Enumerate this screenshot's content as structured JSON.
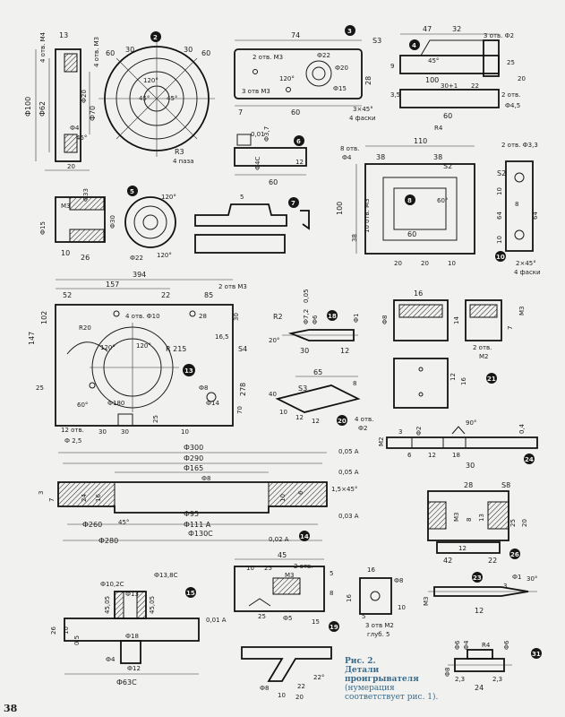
{
  "page": {
    "number": "38",
    "caption_title": "Рис. 2.",
    "caption_line2": "Детали",
    "caption_line3": "проигрывателя",
    "caption_line4": "(нумерация",
    "caption_line5": "соответствует рис. 1)."
  },
  "parts": {
    "p2": {
      "badge": "2",
      "dims": [
        "60",
        "30",
        "60",
        "30",
        "120°",
        "45°",
        "45°",
        "R3",
        "4 паза"
      ]
    },
    "p3": {
      "badge": "3",
      "dims": [
        "74",
        "2 отв. М3",
        "Ф22",
        "Ф20",
        "3 отв М3",
        "120°",
        "Ф15",
        "28",
        "60",
        "7",
        "3×45°",
        "4 фаски",
        "S3"
      ]
    },
    "p4": {
      "badge": "4",
      "dims": [
        "47",
        "32",
        "3 отв. Ф2",
        "45°",
        "100",
        "30+1",
        "22",
        "60",
        "R4",
        "2 отв.",
        "Ф4,5",
        "3,5",
        "25",
        "20",
        "9"
      ]
    },
    "p1": {
      "dims": [
        "13",
        "4 отв. М4",
        "4 отв. М3",
        "Ф100",
        "Ф62",
        "Ф70",
        "Ф20",
        "45°",
        "20",
        "Ф4"
      ]
    },
    "p5": {
      "badge": "5",
      "dims": [
        "Ф33",
        "120°",
        "Ф15",
        "Ф30",
        "26",
        "10",
        "Ф22",
        "120°",
        "М3"
      ]
    },
    "p6": {
      "badge": "6",
      "dims": [
        "0,01",
        "Ф3,7",
        "Ф4С",
        "12",
        "60"
      ]
    },
    "p7": {
      "badge": "7",
      "dims": [
        "5"
      ]
    },
    "p8": {
      "badge": "8",
      "dims": [
        "110",
        "8 отв.",
        "Ф4",
        "38",
        "38",
        "S2",
        "100",
        "38",
        "10 отв. М3",
        "60",
        "20",
        "20",
        "10",
        "60°"
      ]
    },
    "p10": {
      "badge": "10",
      "dims": [
        "2 отв. Ф3,3",
        "S2",
        "10",
        "64",
        "64",
        "10",
        "2×45°",
        "4 фаски",
        "8"
      ]
    },
    "p13": {
      "badge": "13",
      "dims": [
        "394",
        "157",
        "52",
        "22",
        "85",
        "2 отв М3",
        "147",
        "102",
        "R20",
        "4 отв. Ф10",
        "28",
        "16,5",
        "30",
        "R 215",
        "120°",
        "120°",
        "S4",
        "278",
        "Ф180",
        "60°",
        "25",
        "Ф8",
        "Ф14",
        "70",
        "25",
        "30",
        "12 отв.",
        "Ф 2,5",
        "30",
        "10"
      ]
    },
    "p18": {
      "badge": "18",
      "dims": [
        "R2",
        "Ф7,2",
        "Ф6",
        "20°",
        "30",
        "12",
        "Ф1",
        "0,05"
      ]
    },
    "p20": {
      "badge": "20",
      "dims": [
        "65",
        "S3",
        "10",
        "12",
        "12",
        "40",
        "8",
        "4 отв.",
        "Ф2"
      ]
    },
    "p21": {
      "badge": "21",
      "dims": [
        "16",
        "М3",
        "Ф8",
        "14",
        "7",
        "2 отв.",
        "М2",
        "12",
        "16"
      ]
    },
    "p24": {
      "badge": "24",
      "dims": [
        "Ф2",
        "90°",
        "3",
        "6",
        "12",
        "18",
        "30",
        "0,4",
        "М2"
      ]
    },
    "p14": {
      "badge": "14",
      "dims": [
        "Ф300",
        "Ф290",
        "Ф165",
        "Ф8",
        "0,05 А",
        "0,05 А",
        "1,5×45°",
        "Ф95",
        "Ф111 А",
        "Ф130С",
        "Ф260",
        "Ф280",
        "45°",
        "0,03 А",
        "0,02 А",
        "24",
        "16",
        "10",
        "6",
        "7",
        "3"
      ]
    },
    "p26": {
      "badge": "26",
      "dims": [
        "28",
        "S8",
        "М3",
        "8",
        "13",
        "25",
        "20",
        "12",
        "42",
        "22"
      ]
    },
    "p15": {
      "badge": "15",
      "dims": [
        "Ф13,8С",
        "Ф10,2С",
        "Ф13",
        "45,05",
        "45,05",
        "Ф18",
        "0,01 А",
        "26",
        "10",
        "Ф4",
        "Ф12",
        "Ф63С",
        "0,5"
      ]
    },
    "p19": {
      "badge": "19",
      "dims": [
        "45",
        "10",
        "25",
        "2 отв.",
        "М3",
        "5",
        "Ф5",
        "15",
        "25",
        "8"
      ]
    },
    "p22": {
      "dims": [
        "Ф8",
        "10",
        "22",
        "20",
        "22°"
      ]
    },
    "p27": {
      "dims": [
        "16",
        "Ф8",
        "16",
        "3 отв М2",
        "глуб. 5",
        "10",
        "5"
      ]
    },
    "p23": {
      "badge": "23",
      "dims": [
        "Ф1",
        "30°",
        "М3",
        "12",
        "3"
      ]
    },
    "p31": {
      "badge": "31",
      "dims": [
        "Ф8",
        "Ф6",
        "Ф4",
        "R4",
        "Ф6",
        "24",
        "2,3",
        "2,3"
      ]
    }
  }
}
